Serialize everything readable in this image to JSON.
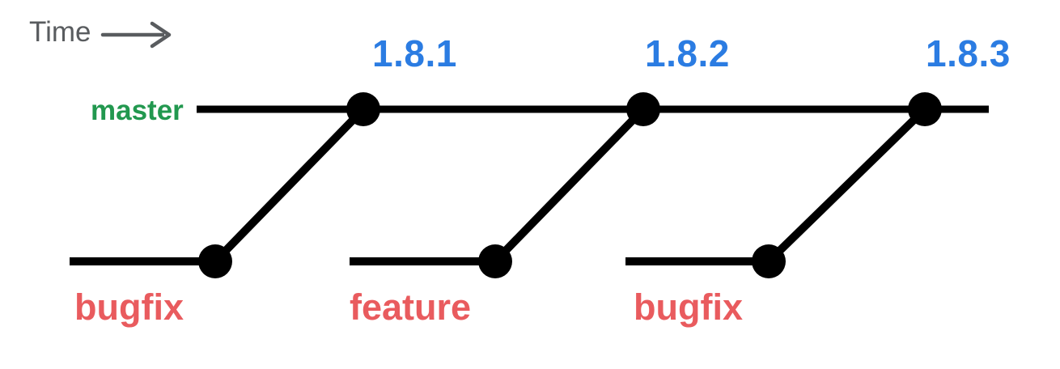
{
  "colors": {
    "background": "#ffffff",
    "line_black": "#000000",
    "time_gray": "#595c5f",
    "master_green": "#22984f",
    "version_blue": "#2b7ce2",
    "branch_red": "#e95b5e"
  },
  "time_axis": {
    "label": "Time",
    "arrow_icon": "right-arrow"
  },
  "master": {
    "label": "master",
    "commits": [
      {
        "version": "1.8.1"
      },
      {
        "version": "1.8.2"
      },
      {
        "version": "1.8.3"
      }
    ]
  },
  "branches": [
    {
      "label": "bugfix",
      "merges_into": "1.8.1"
    },
    {
      "label": "feature",
      "merges_into": "1.8.2"
    },
    {
      "label": "bugfix",
      "merges_into": "1.8.3"
    }
  ]
}
